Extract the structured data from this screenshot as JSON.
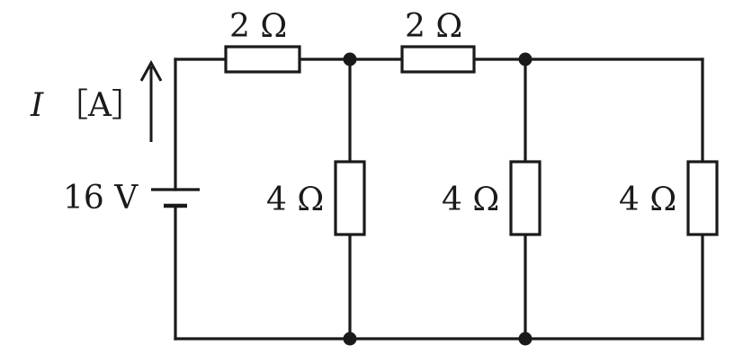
{
  "diagram": {
    "resistors": {
      "r_top_left": "2 Ω",
      "r_top_mid": "2 Ω",
      "r_shunt_1": "4 Ω",
      "r_shunt_2": "4 Ω",
      "r_shunt_3": "4 Ω"
    },
    "source": {
      "voltage": "16 V"
    },
    "current": {
      "symbol": "I",
      "unit": "［A］"
    }
  }
}
